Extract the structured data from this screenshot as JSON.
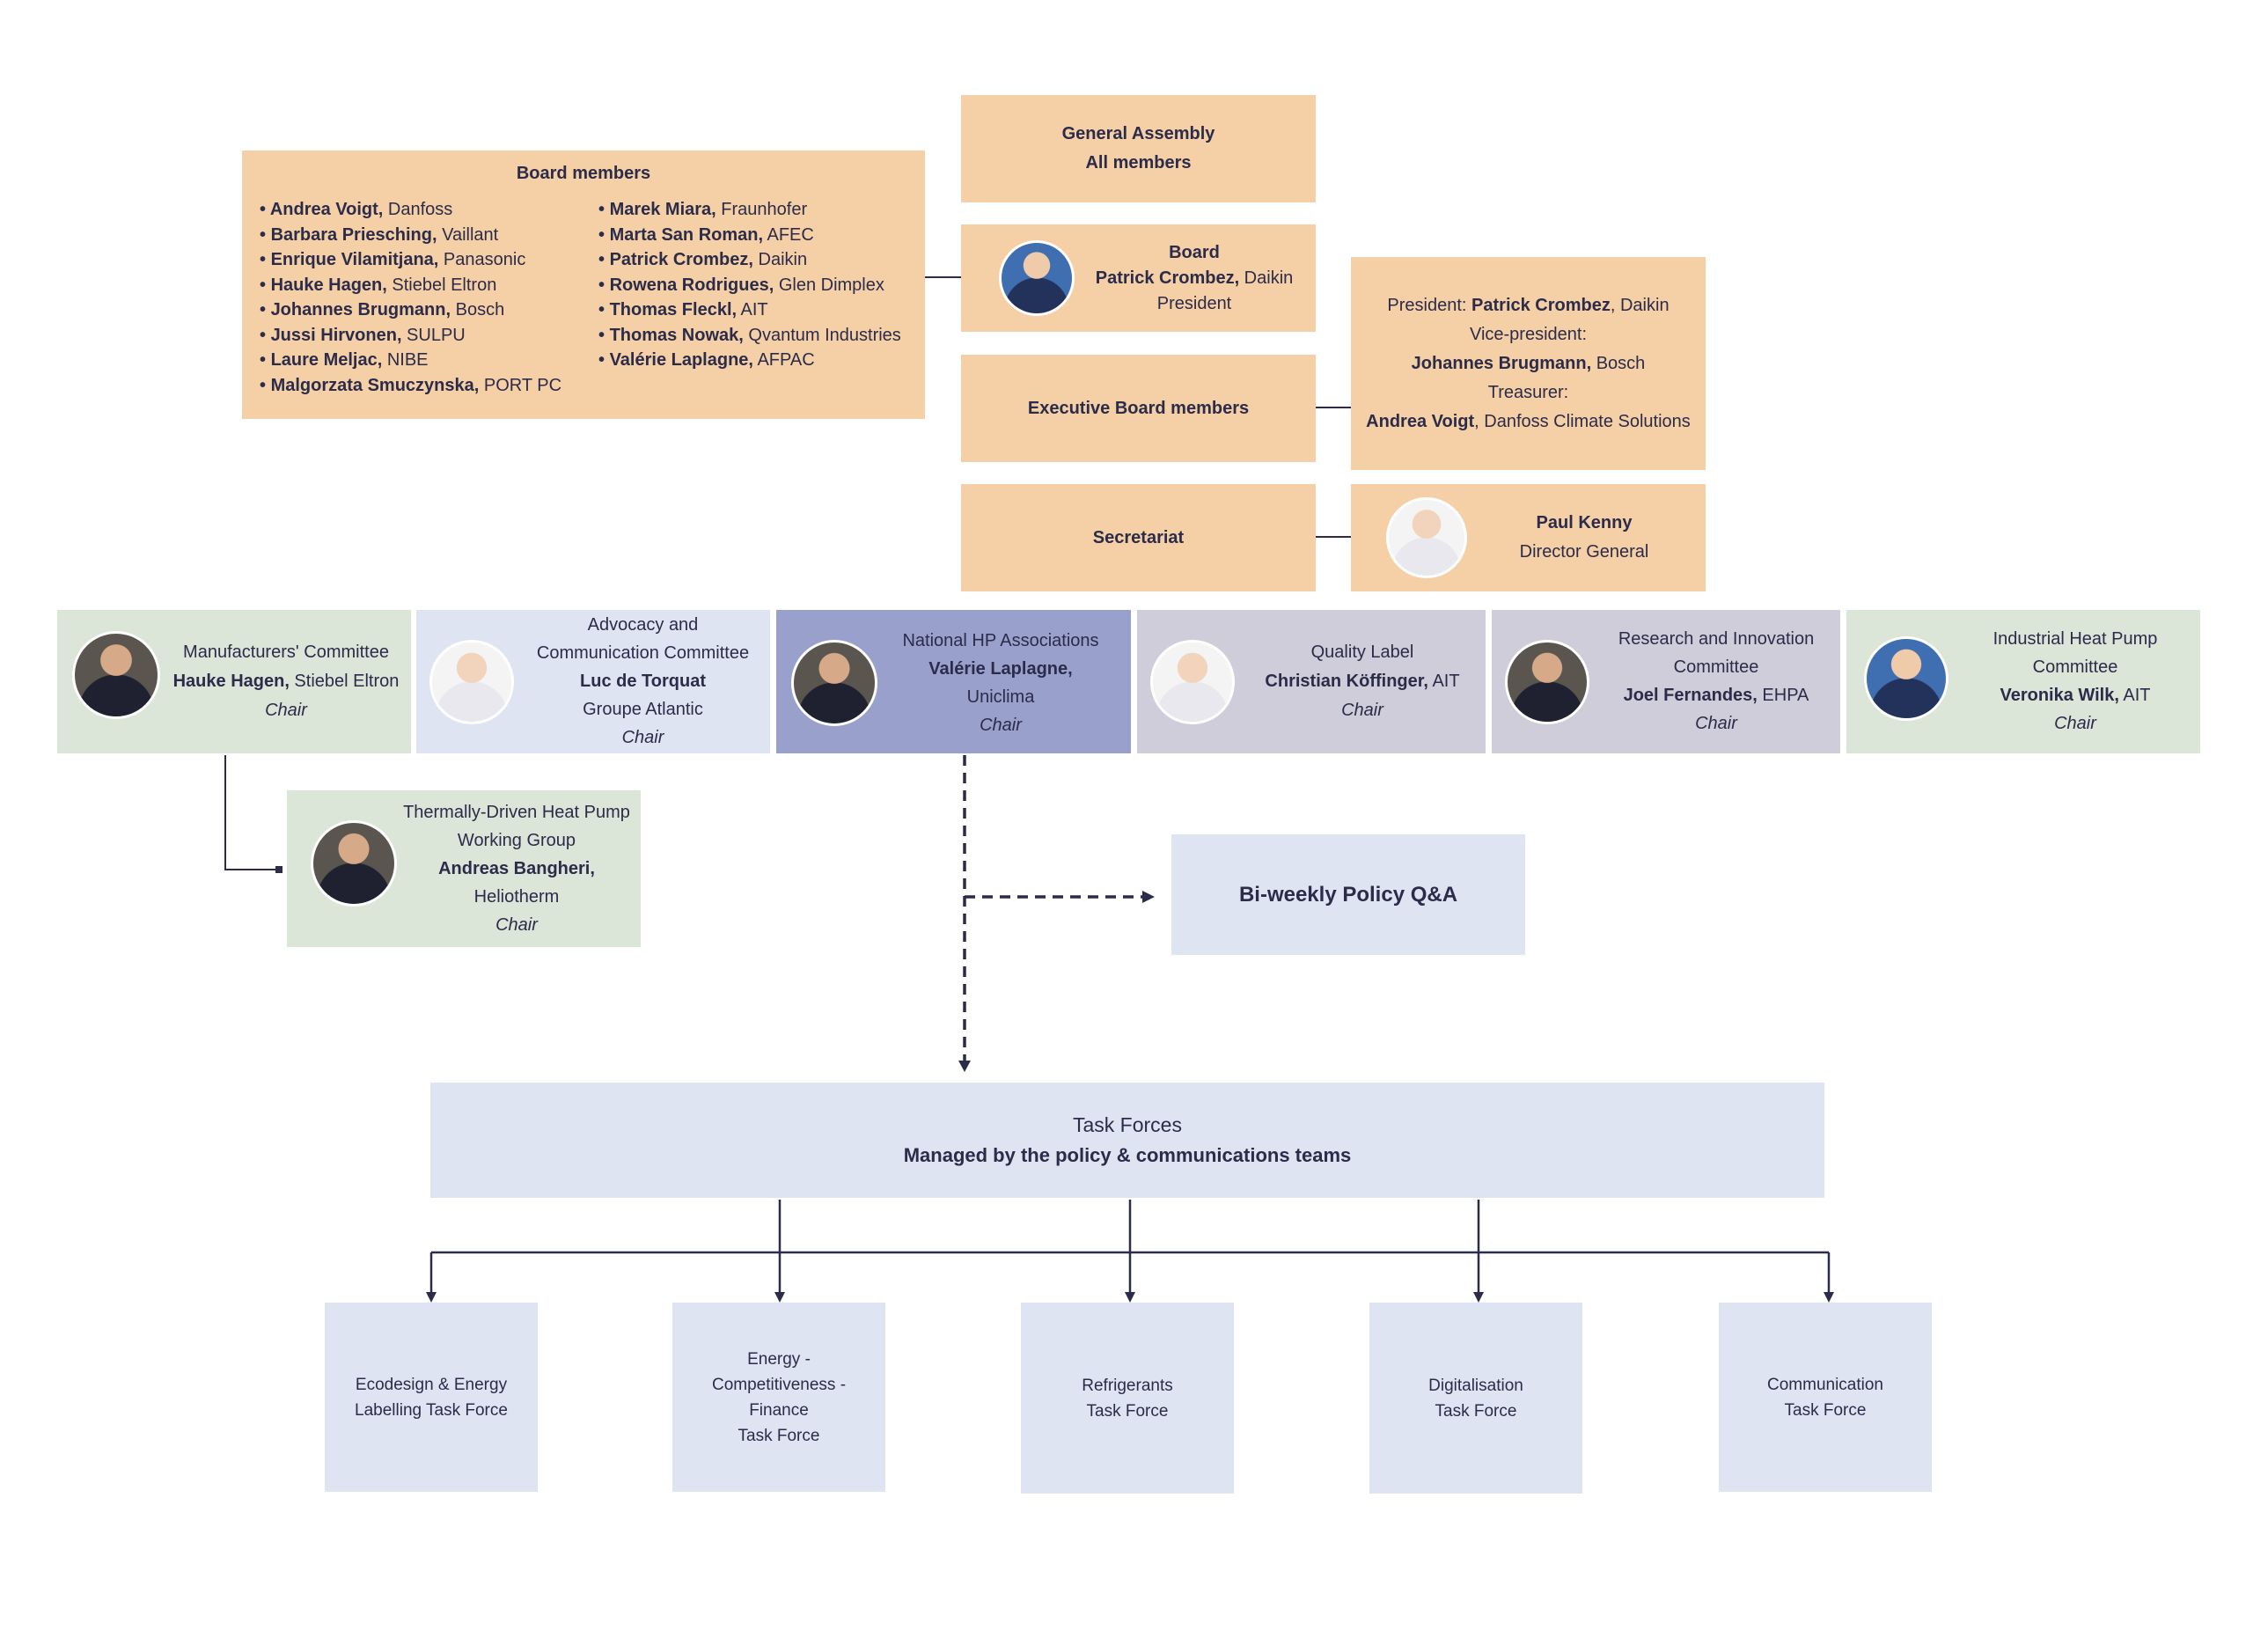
{
  "general_assembly": {
    "line1": "General Assembly",
    "line2": "All members"
  },
  "board_members": {
    "title": "Board members",
    "left": [
      {
        "name": "Andrea Voigt,",
        "org": " Danfoss"
      },
      {
        "name": "Barbara Priesching,",
        "org": " Vaillant"
      },
      {
        "name": "Enrique Vilamitjana,",
        "org": " Panasonic"
      },
      {
        "name": "Hauke Hagen,",
        "org": " Stiebel Eltron"
      },
      {
        "name": "Johannes Brugmann,",
        "org": " Bosch"
      },
      {
        "name": "Jussi Hirvonen,",
        "org": " SULPU"
      },
      {
        "name": "Laure Meljac,",
        "org": " NIBE"
      },
      {
        "name": "Malgorzata Smuczynska,",
        "org": " PORT PC"
      }
    ],
    "right": [
      {
        "name": "Marek Miara,",
        "org": " Fraunhofer"
      },
      {
        "name": "Marta San Roman,",
        "org": " AFEC"
      },
      {
        "name": "Patrick Crombez,",
        "org": " Daikin"
      },
      {
        "name": "Rowena Rodrigues,",
        "org": " Glen Dimplex"
      },
      {
        "name": "Thomas Fleckl,",
        "org": " AIT"
      },
      {
        "name": "Thomas Nowak,",
        "org": " Qvantum Industries"
      },
      {
        "name": "Valérie Laplagne,",
        "org": " AFPAC"
      }
    ]
  },
  "board": {
    "title": "Board",
    "name": "Patrick Crombez,",
    "org": " Daikin",
    "role": "President"
  },
  "executive_board": {
    "label": "Executive Board members"
  },
  "exec_details": {
    "president_label": "President: ",
    "president_name": "Patrick Crombez",
    "president_org": ", Daikin",
    "vp_label": "Vice-president:",
    "vp_name": "Johannes Brugmann,",
    "vp_org": " Bosch",
    "treasurer_label": "Treasurer:",
    "treasurer_name": "Andrea Voigt",
    "treasurer_org": ", Danfoss Climate Solutions"
  },
  "secretariat": {
    "label": "Secretariat"
  },
  "director": {
    "name": "Paul Kenny",
    "role": "Director General"
  },
  "committees": {
    "manufacturers": {
      "title": "Manufacturers' Committee",
      "name": "Hauke Hagen,",
      "org": " Stiebel Eltron",
      "role": "Chair"
    },
    "advocacy": {
      "title1": "Advocacy and",
      "title2": "Communication Committee",
      "name": "Luc de Torquat",
      "org": "Groupe Atlantic",
      "role": "Chair"
    },
    "national": {
      "title": "National HP Associations",
      "name": "Valérie Laplagne,",
      "org": "Uniclima",
      "role": "Chair"
    },
    "quality": {
      "title": "Quality Label",
      "name": "Christian Köffinger,",
      "org": " AIT",
      "role": "Chair"
    },
    "research": {
      "title1": "Research and Innovation",
      "title2": "Committee",
      "name": "Joel Fernandes,",
      "org": " EHPA",
      "role": "Chair"
    },
    "industrial": {
      "title1": "Industrial Heat Pump",
      "title2": "Committee",
      "name": "Veronika Wilk,",
      "org": " AIT",
      "role": "Chair"
    }
  },
  "thermally": {
    "title1": "Thermally-Driven Heat Pump",
    "title2": "Working Group",
    "name": "Andreas Bangheri,",
    "org": "Heliotherm",
    "role": "Chair"
  },
  "biweekly": {
    "label": "Bi-weekly Policy Q&A"
  },
  "task_forces": {
    "title": "Task Forces",
    "subtitle": "Managed by the policy & communications teams"
  },
  "task_force_items": [
    {
      "line1": "Ecodesign & Energy",
      "line2": "Labelling Task Force"
    },
    {
      "line1": "Energy -",
      "line2": "Competitiveness -",
      "line3": "Finance",
      "line4": "Task Force"
    },
    {
      "line1": "Refrigerants",
      "line2": "Task Force"
    },
    {
      "line1": "Digitalisation",
      "line2": "Task Force"
    },
    {
      "line1": "Communication",
      "line2": "Task Force"
    }
  ],
  "colors": {
    "peach": "#f5cfa5",
    "green": "#dbe5d8",
    "lightblue": "#dfe4f2",
    "purple": "#9aa0cc",
    "grey": "#cfcdd9",
    "line": "#2b2b4a"
  }
}
